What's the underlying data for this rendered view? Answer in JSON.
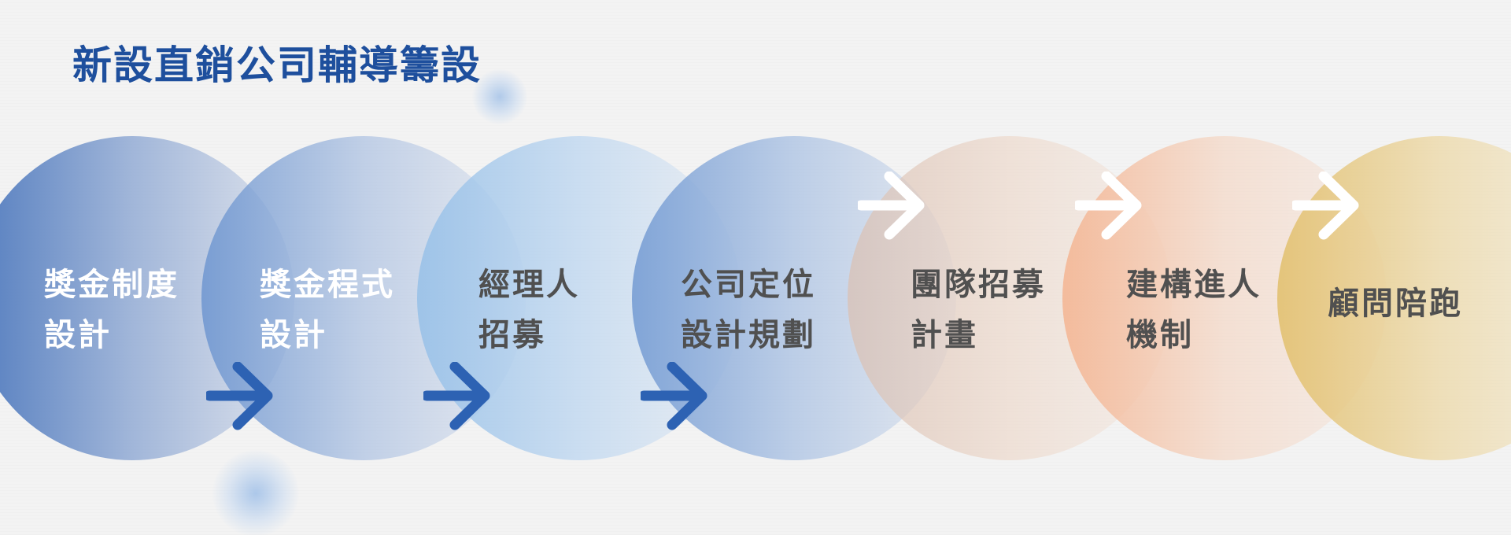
{
  "title": "新設直銷公司輔導籌設",
  "steps": [
    {
      "line1": "獎金制度",
      "line2": "設計"
    },
    {
      "line1": "獎金程式",
      "line2": "設計"
    },
    {
      "line1": "經理人",
      "line2": "招募"
    },
    {
      "line1": "公司定位",
      "line2": "設計規劃"
    },
    {
      "line1": "團隊招募",
      "line2": "計畫"
    },
    {
      "line1": "建構進人",
      "line2": "機制"
    },
    {
      "line1": "顧問陪跑",
      "line2": ""
    }
  ],
  "colors": {
    "title": "#1e4f9d",
    "arrow_blue": "#2d62b3",
    "arrow_white": "#ffffff",
    "label_light": "#ffffff",
    "label_dark": "#505050"
  },
  "icons": {
    "step_arrow": "arrow-right-icon"
  }
}
